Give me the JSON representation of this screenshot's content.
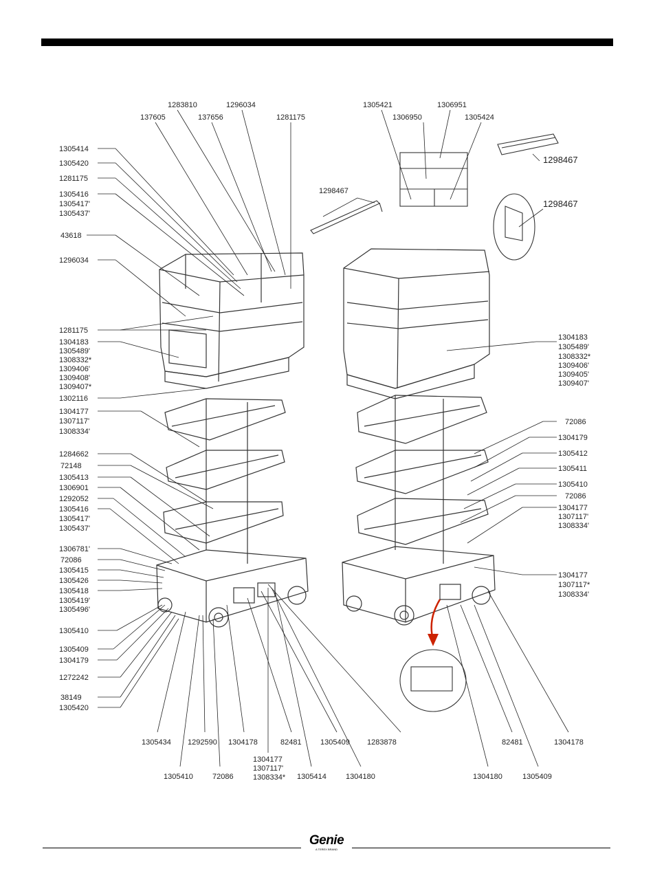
{
  "callouts": {
    "c1": "1283810",
    "c2": "137605",
    "c3": "137656",
    "c4": "1296034",
    "c5": "1281175",
    "c6": "1305414",
    "c7": "1305420",
    "c8": "1281175",
    "c9": "1305416",
    "c10": "1305417'",
    "c11": "1305437'",
    "c12": "43618",
    "c13": "1296034",
    "c14": "1281175",
    "c15": "1304183",
    "c16": "1305489'",
    "c17": "1308332*",
    "c18": "1309406'",
    "c19": "1309408'",
    "c20": "1309407*",
    "c21": "1302116",
    "c22": "1304177",
    "c23": "1307117'",
    "c24": "1308334'",
    "c25": "1284662",
    "c26": "72148",
    "c27": "1305413",
    "c28": "1306901",
    "c29": "1292052",
    "c30": "1305416",
    "c31": "1305417'",
    "c32": "1305437'",
    "c33": "1306781'",
    "c34": "72086",
    "c35": "1305415",
    "c36": "1305426",
    "c37": "1305418",
    "c38": "1305419'",
    "c39": "1305496'",
    "c40": "1305410",
    "c41": "1305409",
    "c42": "1304179",
    "c43": "1272242",
    "c44": "38149",
    "c45": "1305420",
    "c46": "1305421",
    "c47": "1306951",
    "c48": "1306950",
    "c49": "1305424",
    "c50": "1298467",
    "c51": "1298467",
    "c52": "1298467",
    "c53": "1304183",
    "c54": "1305489'",
    "c55": "1308332*",
    "c56": "1309406'",
    "c57": "1309405'",
    "c58": "1309407'",
    "c59": "72086",
    "c60": "1304179",
    "c61": "1305412",
    "c62": "1305411",
    "c63": "1305410",
    "c64": "72086",
    "c65": "1304177",
    "c66": "1307117'",
    "c67": "1308334'",
    "c68": "1304177",
    "c69": "1307117*",
    "c70": "1308334'",
    "c71": "1305434",
    "c72": "1292590",
    "c73": "1304178",
    "c74": "82481",
    "c75": "1305409",
    "c76": "1283878",
    "c77": "1305410",
    "c78": "72086",
    "c79": "1304177",
    "c80": "1307117'",
    "c81": "1308334*",
    "c82": "1305414",
    "c83": "1304180",
    "c84": "82481",
    "c85": "1304178",
    "c86": "1304180",
    "c87": "1305409"
  },
  "footer": {
    "brand_name": "Genie",
    "brand_tagline": "A TEREX BRAND"
  },
  "colors": {
    "line": "#222222",
    "callout_arrow": "#cc2200"
  }
}
